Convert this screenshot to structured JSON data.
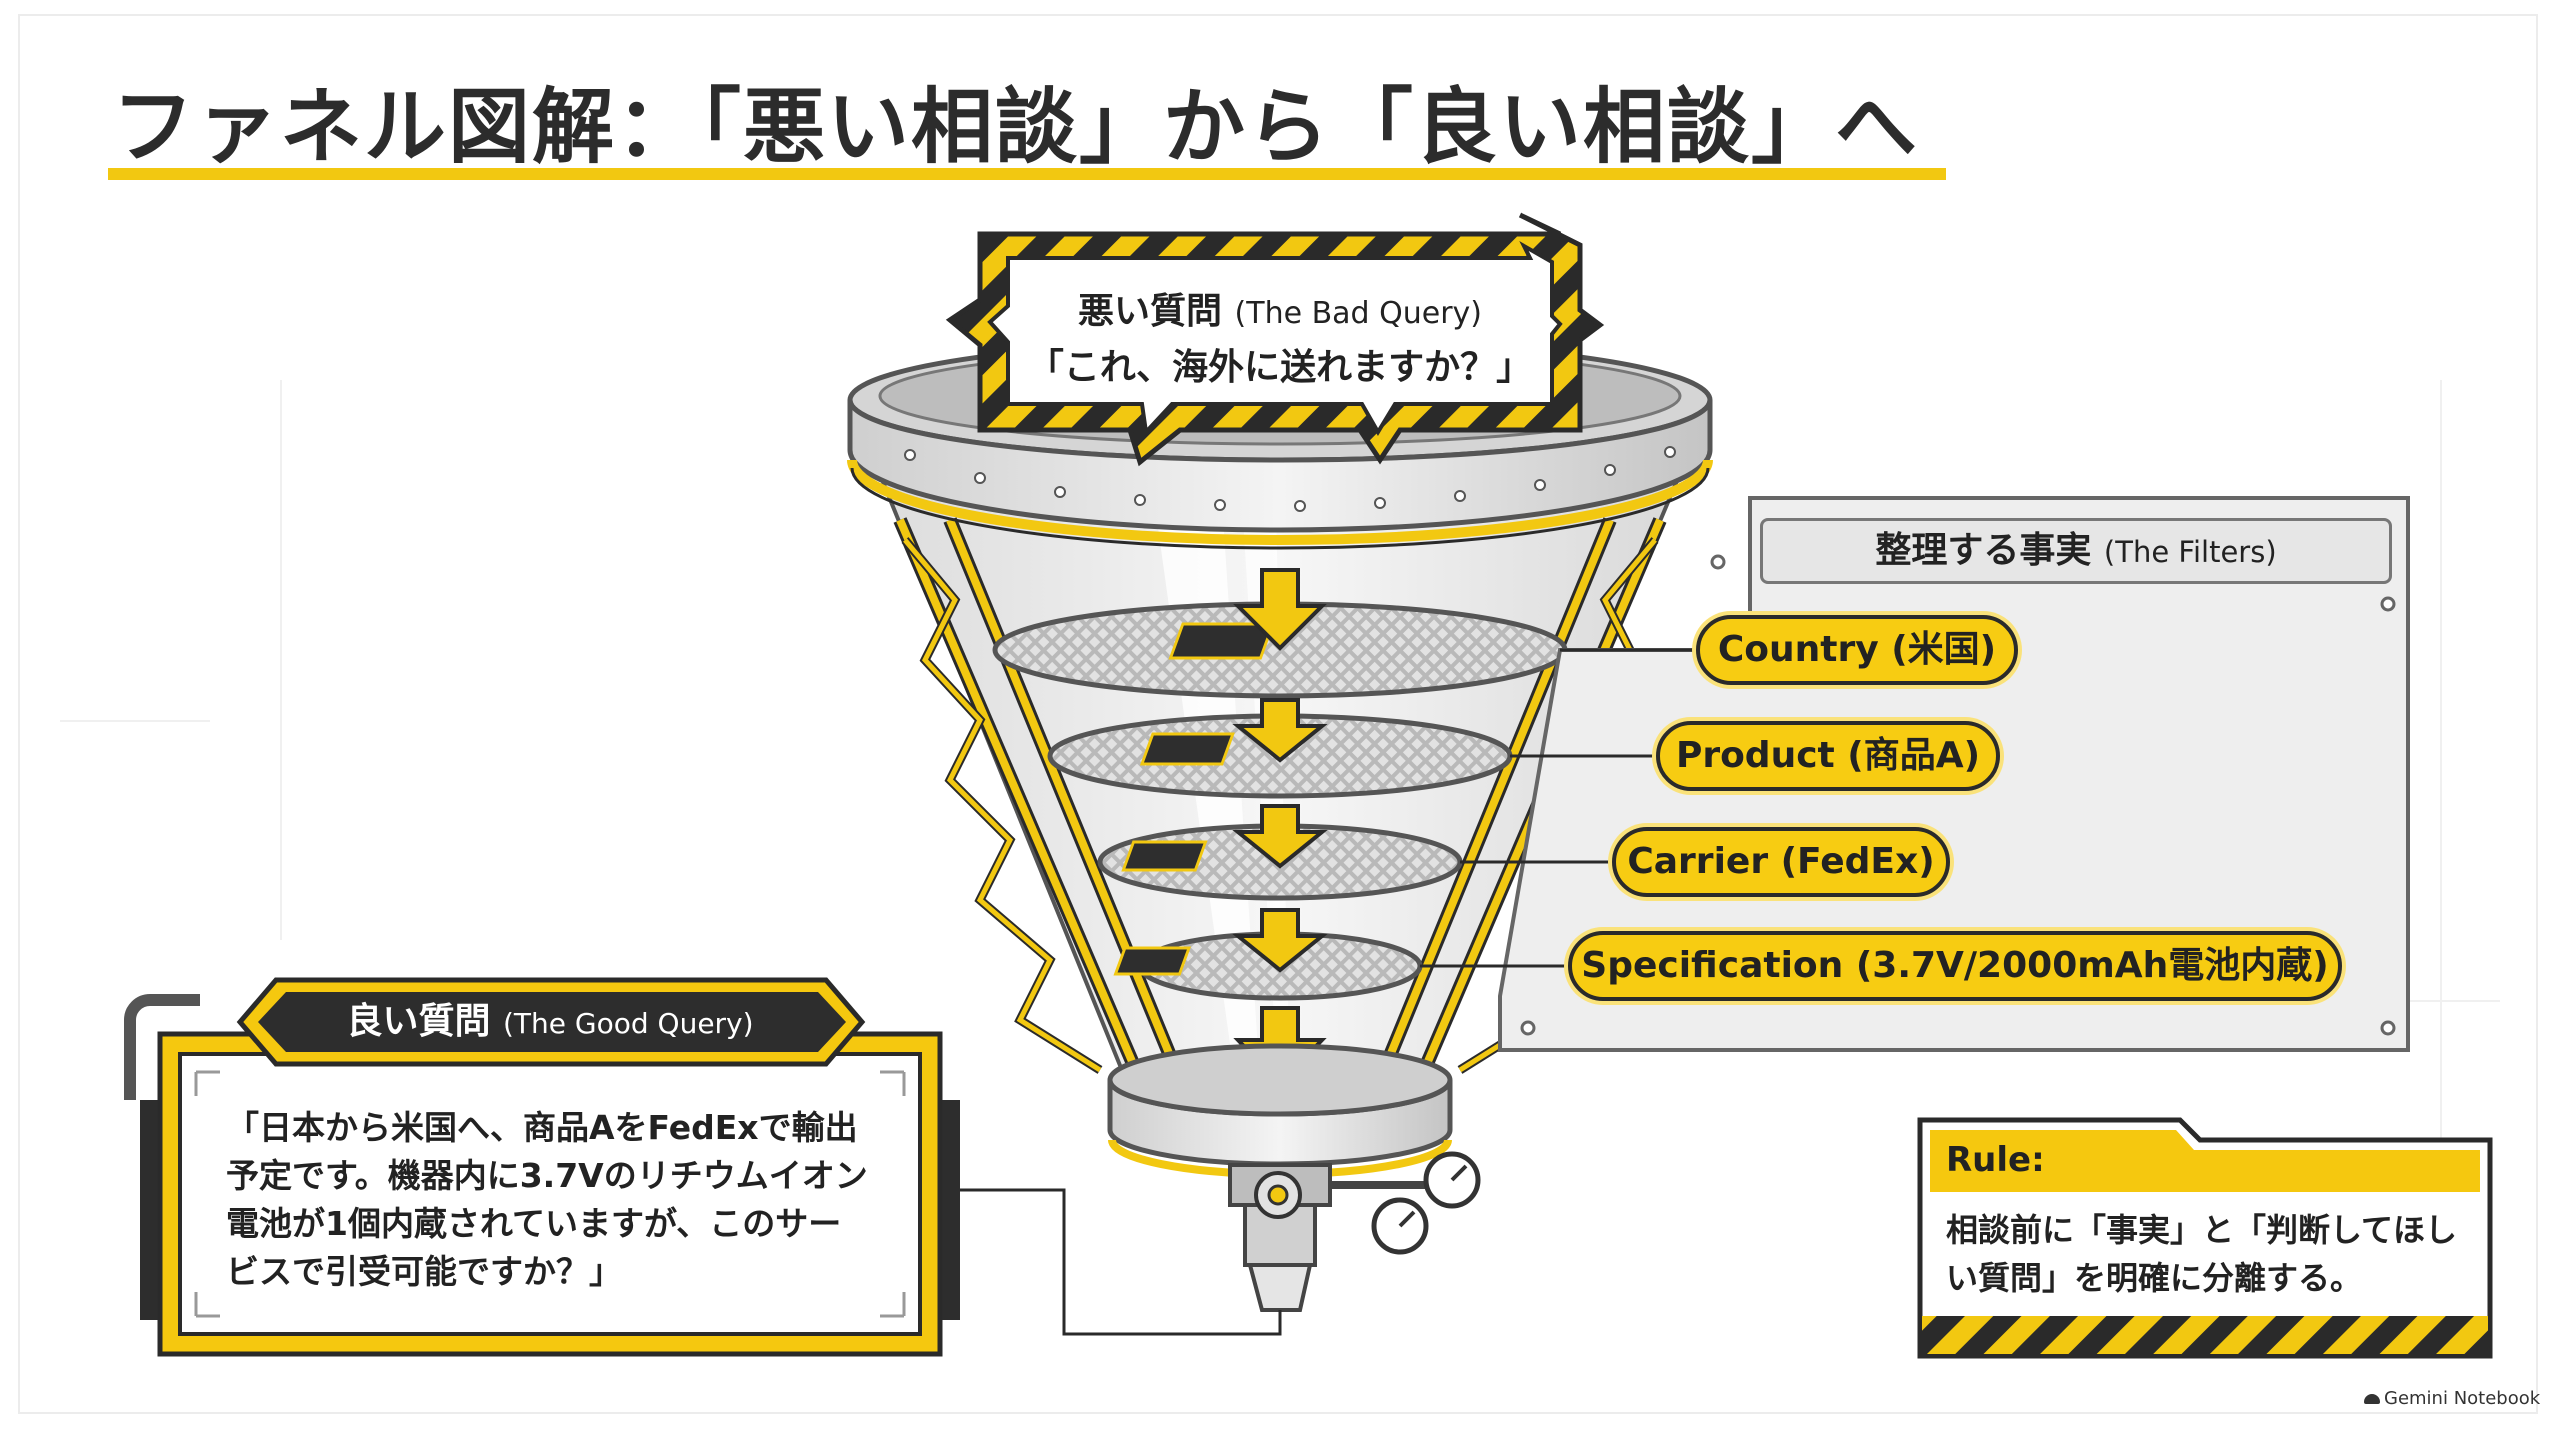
{
  "title": "ファネル図解：「悪い相談」から「良い相談」へ",
  "bad_query": {
    "heading": "悪い質問",
    "heading_en": "(The Bad Query)",
    "text": "「これ、海外に送れますか？」"
  },
  "filters": {
    "heading": "整理する事実",
    "heading_en": "(The Filters)",
    "items": [
      {
        "label": "Country (米国)"
      },
      {
        "label": "Product (商品A)"
      },
      {
        "label": "Carrier (FedEx)"
      },
      {
        "label": "Specification (3.7V/2000mAh電池内蔵)"
      }
    ]
  },
  "good_query": {
    "heading": "良い質問",
    "heading_en": "(The Good Query)",
    "lines": [
      "「日本から米国へ、商品AをFedExで輸出",
      "予定です。機器内に3.7Vのリチウムイオン",
      "電池が1個内蔵されていますが、このサー",
      "ビスで引受可能ですか？」"
    ]
  },
  "rule": {
    "heading": "Rule:",
    "lines": [
      "相談前に「事実」と「判断してほし",
      "い質問」を明確に分離する。"
    ]
  },
  "brand": "Gemini Notebook",
  "colors": {
    "accent": "#f2c811",
    "dark": "#2d2d2d",
    "panel": "#eeeeee"
  }
}
